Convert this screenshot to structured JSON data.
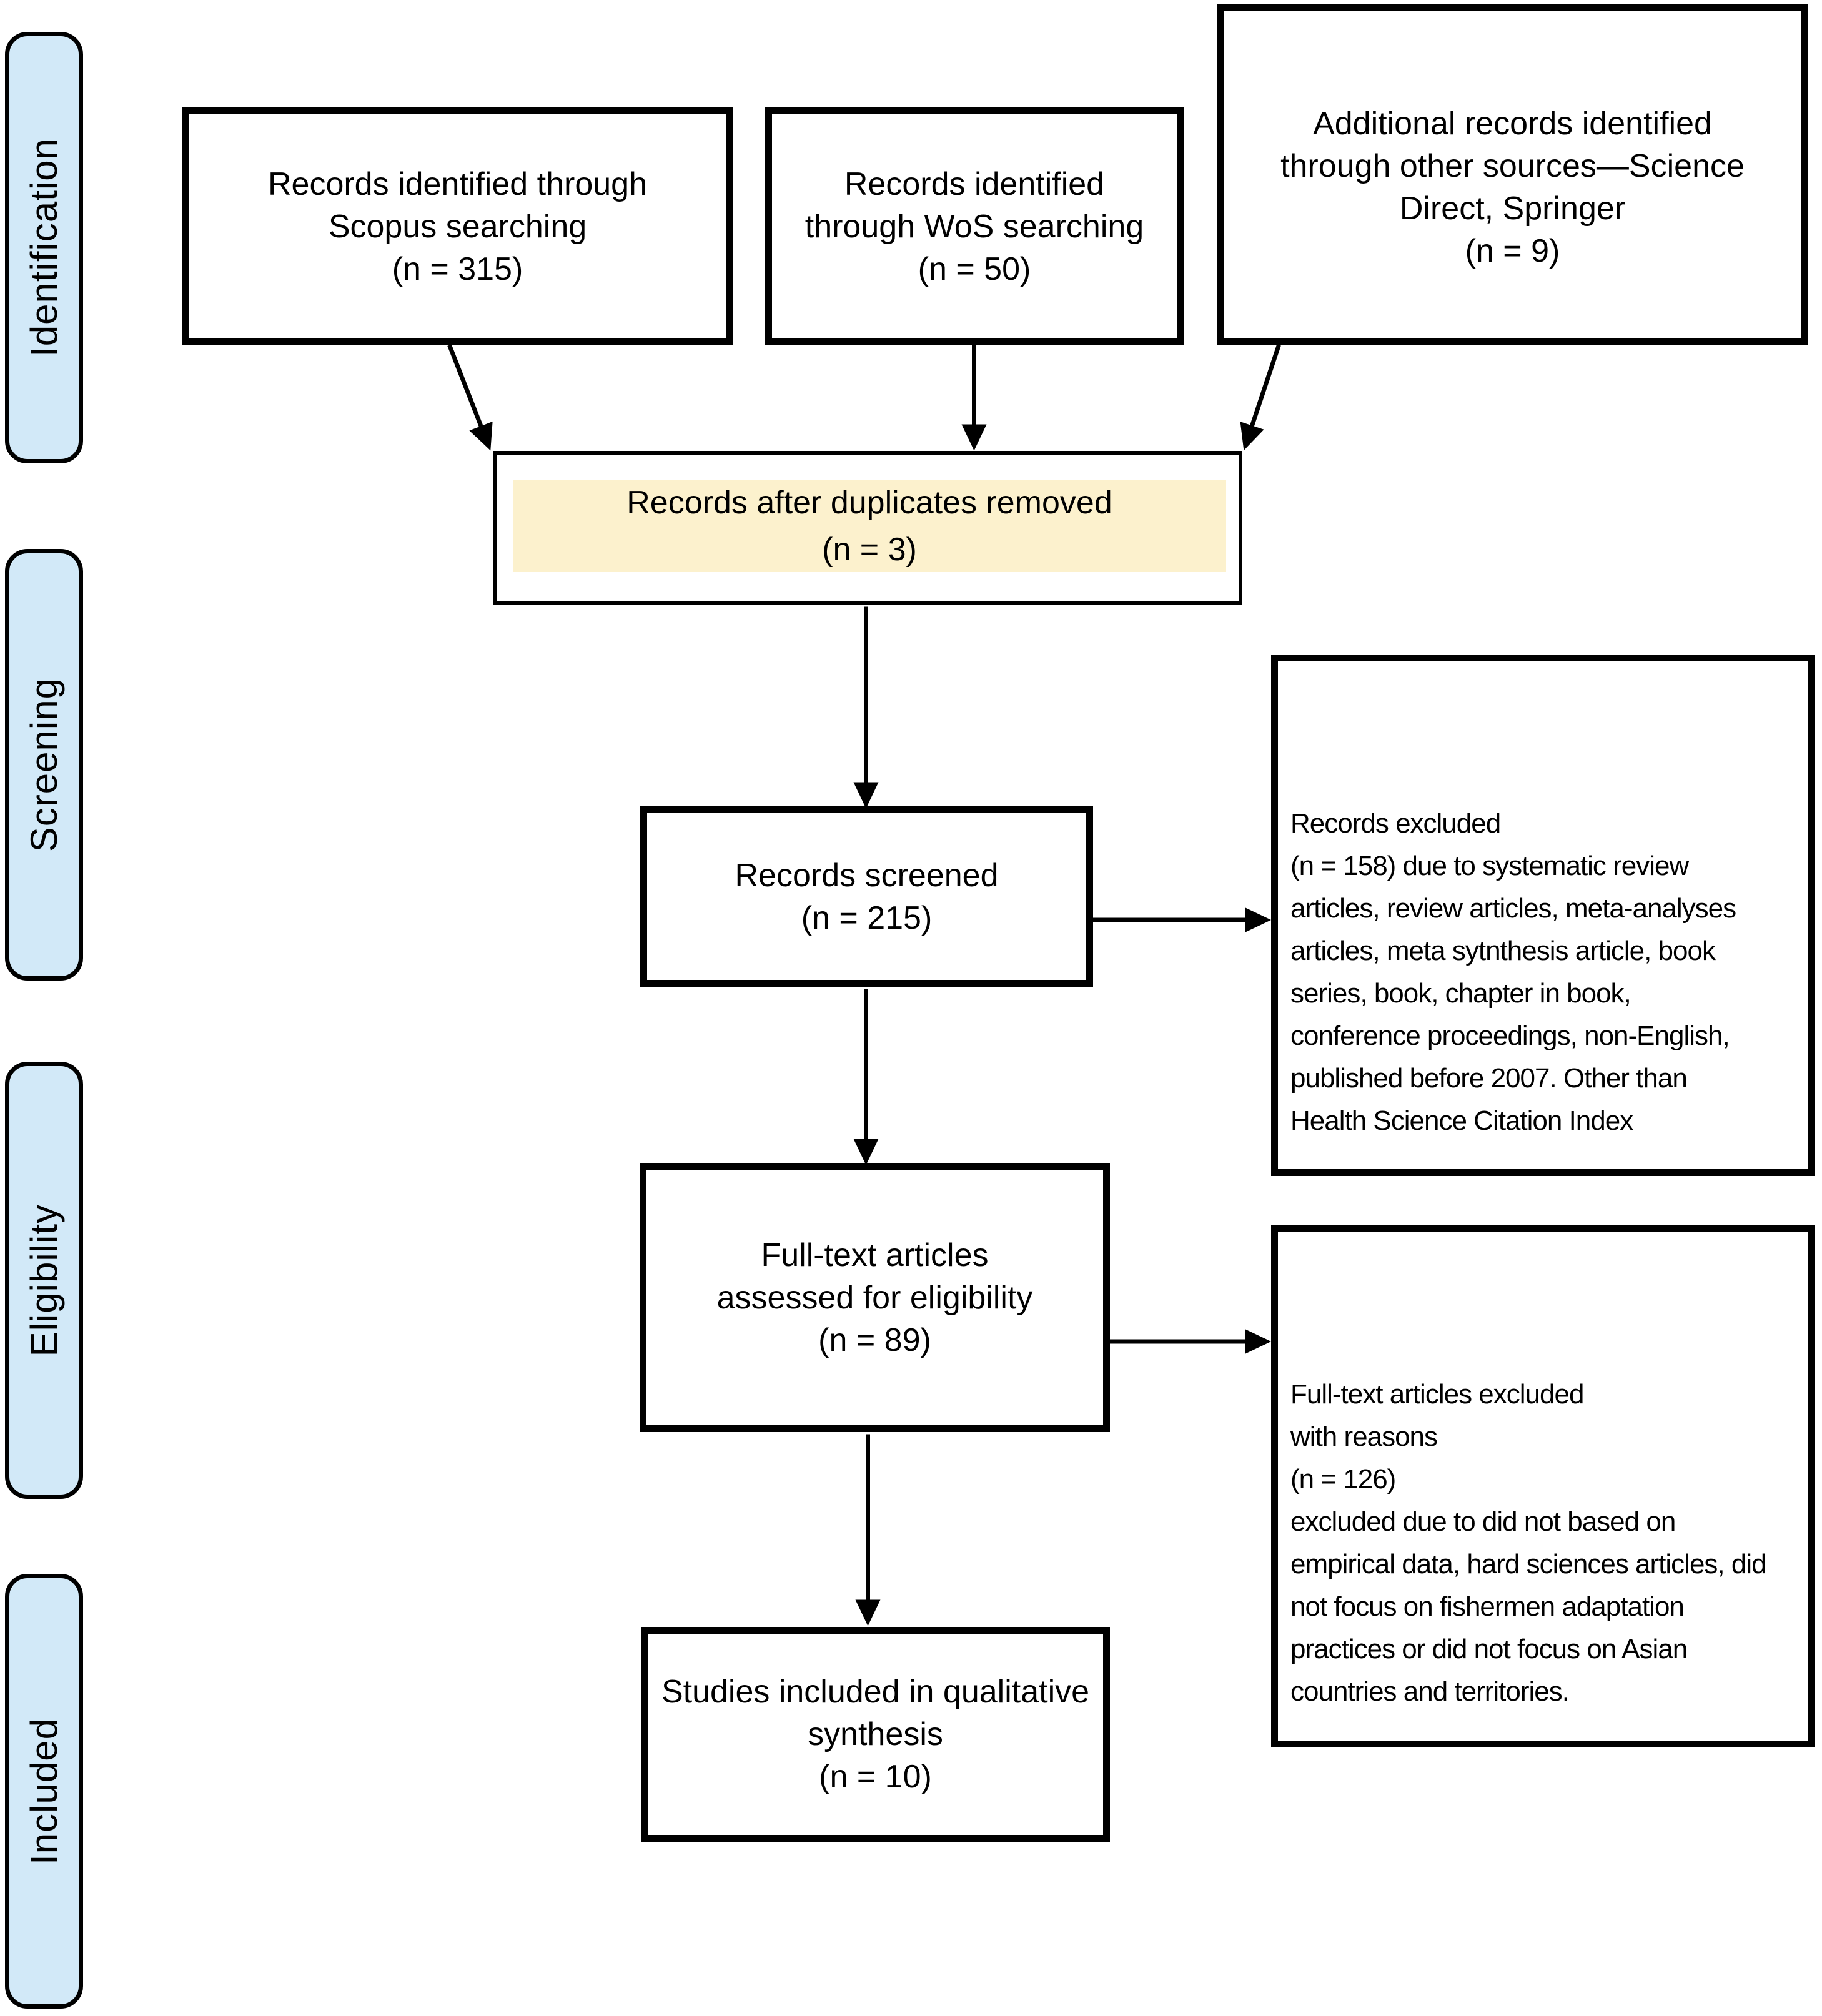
{
  "figure": {
    "type": "PRISMA flow diagram"
  },
  "stages": {
    "identification": "Identification",
    "screening": "Screening",
    "eligibility": "Eligibility",
    "included": "Included"
  },
  "boxes": {
    "scopus": "Records identified through\nScopus searching\n(n = 315)",
    "wos": "Records identified\nthrough WoS searching\n(n = 50)",
    "other_sources": "Additional records identified\nthrough other sources—Science\nDirect, Springer\n(n = 9)",
    "duplicates_title": "Records after duplicates removed",
    "duplicates_n": "(n = 3)",
    "screened": "Records screened\n(n = 215)",
    "records_excluded": "Records excluded\n(n = 158) due to systematic review\narticles, review articles, meta-analyses\narticles, meta sytnthesis article, book\nseries, book, chapter in book,\nconference proceedings, non-English,\npublished before 2007. Other than\nHealth Science Citation Index",
    "fulltext": "Full-text articles\nassessed for eligibility\n(n = 89)",
    "fulltext_excluded": "Full-text articles excluded\nwith reasons\n(n = 126)\nexcluded due to did not based on\nempirical data, hard sciences articles, did\nnot focus on fishermen adaptation\npractices or did not focus on Asian\ncountries and territories.",
    "included_studies": "Studies included in qualitative\nsynthesis\n(n = 10)"
  },
  "colors": {
    "stage_fill": "#d2e9f8",
    "highlight_fill": "#fcf1cd",
    "box_fill": "#ffffff",
    "line": "#000000"
  }
}
